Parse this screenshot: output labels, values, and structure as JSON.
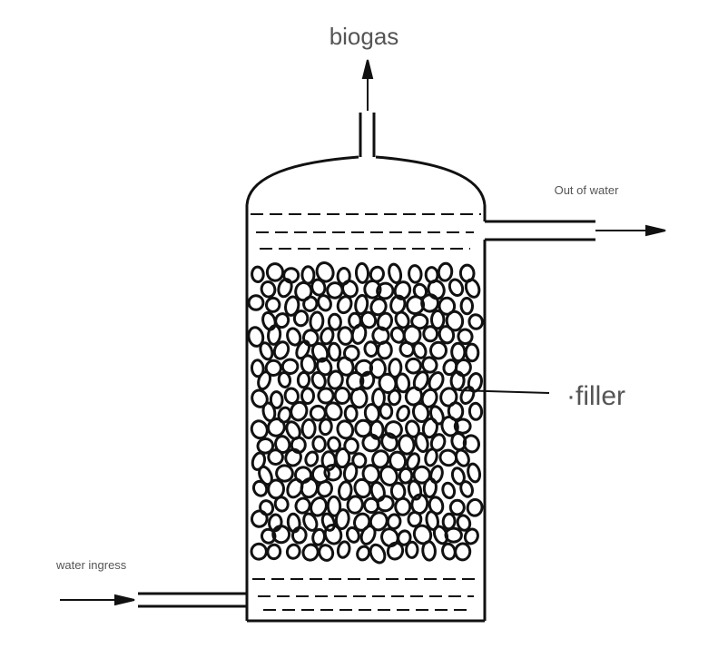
{
  "diagram": {
    "labels": {
      "biogas": "biogas",
      "out_of_water": "Out of water",
      "filler": "·filler",
      "water_ingress": "water ingress"
    },
    "colors": {
      "stroke": "#111111",
      "label": "#555555",
      "background": "#ffffff"
    }
  }
}
